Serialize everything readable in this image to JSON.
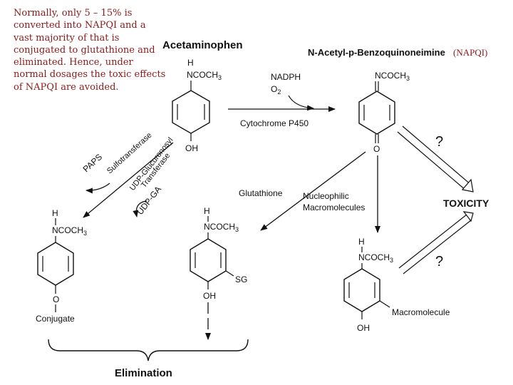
{
  "note_text": "Normally, only 5 – 15% is converted into NAPQI and a vast majority of that is conjugated to glutathione and eliminated. Hence, under normal dosages the toxic effects of NAPQI are avoided.",
  "napqi_abbrev": "(NAPQI)",
  "labels": {
    "acetaminophen": "Acetaminophen",
    "napqi_name": "N-Acetyl-p-Benzoquinoneimine",
    "nadph": "NADPH",
    "o2": "O",
    "o2_sub": "2",
    "cyp": "Cytochrome P450",
    "paps": "PAPS",
    "sulfotransferase": "Sulfotransferase",
    "udp_gt1": "UDP-Glucuronosyl",
    "udp_gt2": "Transferase",
    "udp_ga": "UDP-GA",
    "glutathione": "Glutathione",
    "nucleophilic1": "Nucleophilic",
    "nucleophilic2": "Macromolecules",
    "toxicity": "TOXICITY",
    "question": "?",
    "h": "H",
    "ncoch3": "NCOCH",
    "sub3": "3",
    "oh": "OH",
    "o": "O",
    "sg": "SG",
    "conjugate": "Conjugate",
    "macromolecule": "Macromolecule",
    "elimination": "Elimination"
  }
}
